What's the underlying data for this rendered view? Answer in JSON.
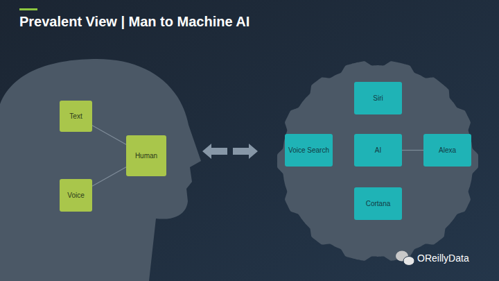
{
  "diagram": {
    "title": "Prevalent View | Man to Machine AI",
    "nodes": [
      {
        "text": [
          "Text"
        ]
      },
      {
        "text": [
          "Human"
        ]
      },
      {
        "text": [
          "Voice"
        ]
      },
      {
        "text": [
          "Siri"
        ]
      },
      {
        "text": [
          "Voice Search"
        ]
      },
      {
        "text": [
          "AI"
        ]
      },
      {
        "text": [
          "Alexa"
        ]
      },
      {
        "text": [
          "Cortana"
        ]
      }
    ],
    "edges": [
      {
        "from": 0,
        "to": 1,
        "arrow": "none"
      },
      {
        "from": 2,
        "to": 1,
        "arrow": "none"
      },
      {
        "from": 5,
        "to": 6,
        "arrow": "none"
      }
    ],
    "labels": [
      "OReillyData"
    ]
  }
}
